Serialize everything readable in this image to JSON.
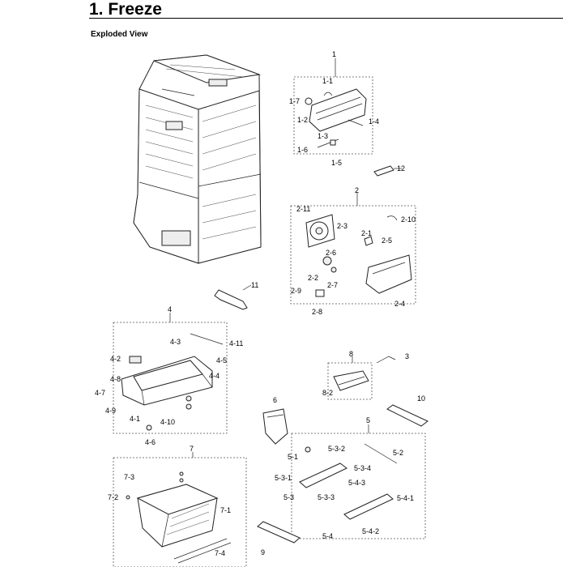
{
  "header": {
    "title": "1.  Freeze",
    "subtitle": "Exploded View"
  },
  "callouts": {
    "c1": "1",
    "c1_1": "1-1",
    "c1_2": "1-2",
    "c1_3": "1-3",
    "c1_4": "1-4",
    "c1_5": "1-5",
    "c1_6": "1-6",
    "c1_7": "1-7",
    "c12": "12",
    "c2": "2",
    "c2_1": "2-1",
    "c2_2": "2-2",
    "c2_3": "2-3",
    "c2_4": "2-4",
    "c2_5": "2-5",
    "c2_6": "2-6",
    "c2_7": "2-7",
    "c2_8": "2-8",
    "c2_9": "2-9",
    "c2_10": "2-10",
    "c2_11": "2-11",
    "c11": "11",
    "c4": "4",
    "c4_1": "4-1",
    "c4_2": "4-2",
    "c4_3": "4-3",
    "c4_4": "4-4",
    "c4_5": "4-5",
    "c4_6": "4-6",
    "c4_7": "4-7",
    "c4_8": "4-8",
    "c4_9": "4-9",
    "c4_10": "4-10",
    "c4_11": "4-11",
    "c8": "8",
    "c8_2": "8-2",
    "c3": "3",
    "c6": "6",
    "c10": "10",
    "c5": "5",
    "c5_1": "5-1",
    "c5_2": "5-2",
    "c5_3": "5-3",
    "c5_3_1": "5-3-1",
    "c5_3_2": "5-3-2",
    "c5_3_3": "5-3-3",
    "c5_3_4": "5-3-4",
    "c5_4": "5-4",
    "c5_4_1": "5-4-1",
    "c5_4_2": "5-4-2",
    "c5_4_3": "5-4-3",
    "c7": "7",
    "c7_1": "7-1",
    "c7_2": "7-2",
    "c7_3": "7-3",
    "c7_4": "7-4",
    "c9": "9"
  }
}
